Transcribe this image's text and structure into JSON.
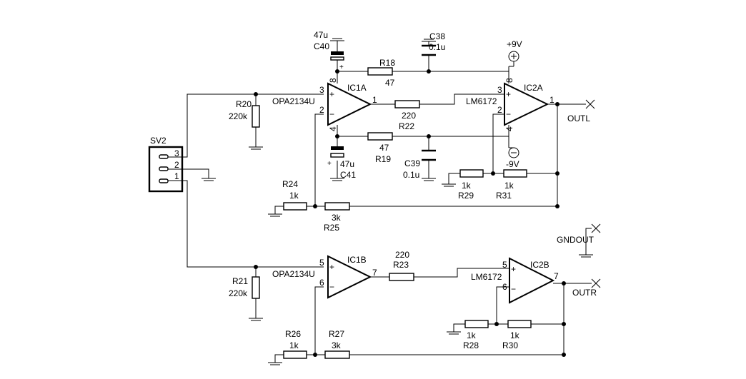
{
  "connector": {
    "name": "SV2",
    "pins": [
      "3",
      "2",
      "1"
    ]
  },
  "opamps": {
    "ic1a": {
      "name": "IC1A",
      "part": "OPA2134U",
      "plus": "3",
      "minus": "2",
      "out": "1",
      "vpos": "8",
      "vneg": "4",
      "plus_sym": "+",
      "minus_sym": "−"
    },
    "ic2a": {
      "name": "IC2A",
      "part": "LM6172",
      "plus": "3",
      "minus": "2",
      "out": "1",
      "vpos": "8",
      "vneg": "4",
      "plus_sym": "+",
      "minus_sym": "−"
    },
    "ic1b": {
      "name": "IC1B",
      "part": "OPA2134U",
      "plus": "5",
      "minus": "6",
      "out": "7",
      "plus_sym": "+",
      "minus_sym": "−"
    },
    "ic2b": {
      "name": "IC2B",
      "part": "LM6172",
      "plus": "5",
      "minus": "6",
      "out": "7",
      "plus_sym": "+",
      "minus_sym": "−"
    }
  },
  "resistors": {
    "r18": {
      "name": "R18",
      "value": "47"
    },
    "r19": {
      "name": "R19",
      "value": "47"
    },
    "r20": {
      "name": "R20",
      "value": "220k"
    },
    "r21": {
      "name": "R21",
      "value": "220k"
    },
    "r22": {
      "name": "R22",
      "value": "220"
    },
    "r23": {
      "name": "R23",
      "value": "220"
    },
    "r24": {
      "name": "R24",
      "value": "1k"
    },
    "r25": {
      "name": "R25",
      "value": "3k"
    },
    "r26": {
      "name": "R26",
      "value": "1k"
    },
    "r27": {
      "name": "R27",
      "value": "3k"
    },
    "r28": {
      "name": "R28",
      "value": "1k"
    },
    "r29": {
      "name": "R29",
      "value": "1k"
    },
    "r30": {
      "name": "R30",
      "value": "1k"
    },
    "r31": {
      "name": "R31",
      "value": "1k"
    }
  },
  "capacitors": {
    "c38": {
      "name": "C38",
      "value": "0.1u"
    },
    "c39": {
      "name": "C39",
      "value": "0.1u"
    },
    "c40": {
      "name": "C40",
      "value": "47u",
      "polarity": "+"
    },
    "c41": {
      "name": "C41",
      "value": "47u",
      "polarity": "+"
    }
  },
  "supplies": {
    "pos": "+9V",
    "neg": "-9V"
  },
  "outputs": {
    "outl": "OUTL",
    "outr": "OUTR",
    "gndout": "GNDOUT"
  }
}
